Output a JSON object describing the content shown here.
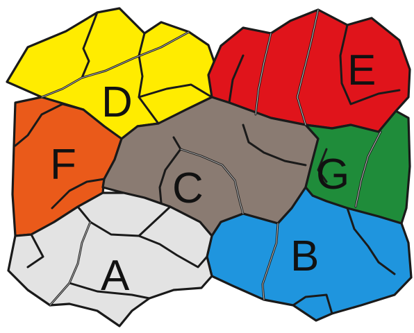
{
  "regions": [
    {
      "id": "A",
      "label": "A",
      "color": "#e3e3e3"
    },
    {
      "id": "B",
      "label": "B",
      "color": "#1f95de"
    },
    {
      "id": "C",
      "label": "C",
      "color": "#8a7b72"
    },
    {
      "id": "D",
      "label": "D",
      "color": "#ffec00"
    },
    {
      "id": "E",
      "label": "E",
      "color": "#e0141b"
    },
    {
      "id": "F",
      "label": "F",
      "color": "#ea5a1a"
    },
    {
      "id": "G",
      "label": "G",
      "color": "#1f8c3a"
    }
  ],
  "outline_color": "#1a1a1a"
}
